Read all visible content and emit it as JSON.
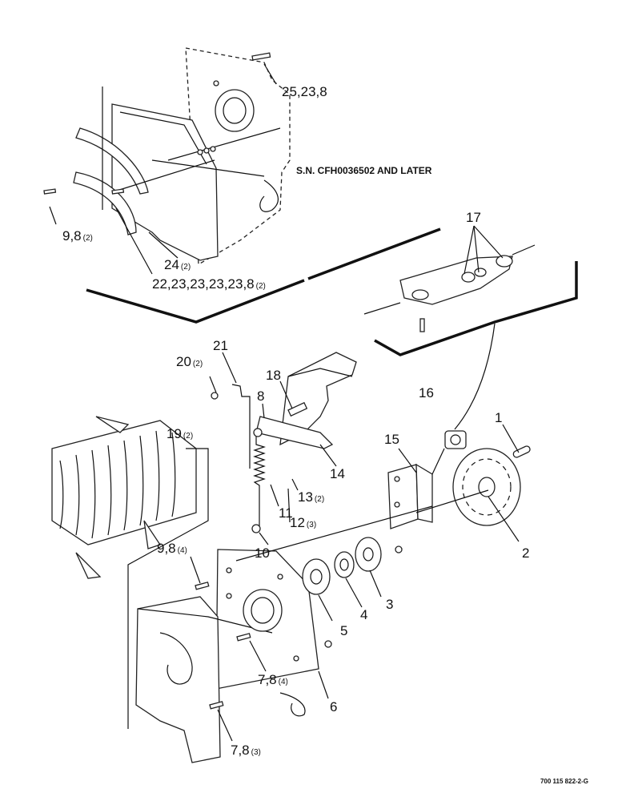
{
  "note": "S.N. CFH0036502 AND LATER",
  "drawing_code": "700 115 822-2-G",
  "callouts": [
    {
      "id": "c1",
      "main": "25,23,8",
      "sub": ""
    },
    {
      "id": "c2",
      "main": "9,8",
      "sub": "(2)"
    },
    {
      "id": "c3",
      "main": "24",
      "sub": "(2)"
    },
    {
      "id": "c4",
      "main": "22,23,23,23,23,8",
      "sub": "(2)"
    },
    {
      "id": "c5",
      "main": "17",
      "sub": ""
    },
    {
      "id": "c6",
      "main": "21",
      "sub": ""
    },
    {
      "id": "c7",
      "main": "20",
      "sub": "(2)"
    },
    {
      "id": "c8",
      "main": "18",
      "sub": ""
    },
    {
      "id": "c9",
      "main": "8",
      "sub": ""
    },
    {
      "id": "c10",
      "main": "16",
      "sub": ""
    },
    {
      "id": "c11",
      "main": "1",
      "sub": ""
    },
    {
      "id": "c12",
      "main": "19",
      "sub": "(2)"
    },
    {
      "id": "c13",
      "main": "15",
      "sub": ""
    },
    {
      "id": "c14",
      "main": "14",
      "sub": ""
    },
    {
      "id": "c15",
      "main": "13",
      "sub": "(2)"
    },
    {
      "id": "c16",
      "main": "12",
      "sub": "(3)"
    },
    {
      "id": "c17",
      "main": "11",
      "sub": ""
    },
    {
      "id": "c18",
      "main": "2",
      "sub": ""
    },
    {
      "id": "c19",
      "main": "9,8",
      "sub": "(4)"
    },
    {
      "id": "c20",
      "main": "10",
      "sub": ""
    },
    {
      "id": "c21",
      "main": "3",
      "sub": ""
    },
    {
      "id": "c22",
      "main": "4",
      "sub": ""
    },
    {
      "id": "c23",
      "main": "5",
      "sub": ""
    },
    {
      "id": "c24",
      "main": "7,8",
      "sub": "(4)"
    },
    {
      "id": "c25",
      "main": "6",
      "sub": ""
    },
    {
      "id": "c26",
      "main": "7,8",
      "sub": "(3)"
    }
  ]
}
